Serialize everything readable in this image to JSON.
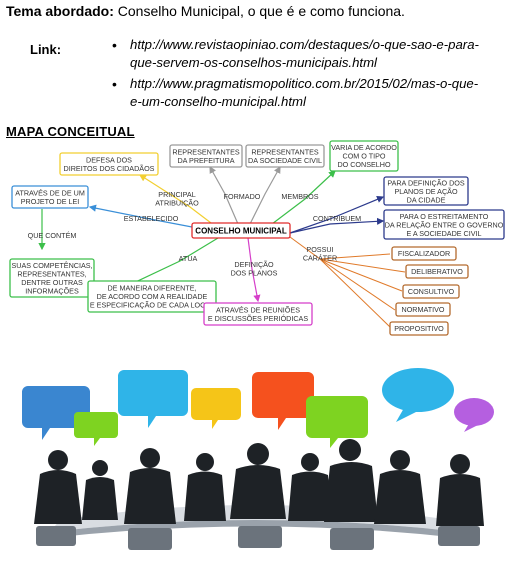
{
  "topic": {
    "label": "Tema abordado:",
    "value": " Conselho Municipal, o que é e como funciona."
  },
  "links": {
    "label": "Link:",
    "items": [
      [
        "http://www.revistaopiniao.com/destaques/o-que-sao-e-para-",
        "que-servem-os-conselhos-municipais.html"
      ],
      [
        "http://www.pragmatismopolitico.com.br/2015/02/mas-o-que-",
        "e-um-conselho-municipal.html"
      ]
    ]
  },
  "map": {
    "title": "MAPA CONCEITUAL",
    "center": "CONSELHO MUNICIPAL",
    "boxes": {
      "defesa": [
        "DEFESA DOS",
        "DIREITOS DOS CIDADÃOS"
      ],
      "rep_prefeitura": [
        "REPRESENTANTES",
        "DA PREFEITURA"
      ],
      "rep_sociedade": [
        "REPRESENTANTES",
        "DA SOCIEDADE CIVIL"
      ],
      "varia": [
        "VARIA DE ACORDO",
        "COM O TIPO",
        "DO CONSELHO"
      ],
      "projeto": [
        "ATRAVÉS DE DE UM",
        "PROJETO DE LEI"
      ],
      "planos": [
        "PARA DEFINIÇÃO DOS",
        "PLANOS DE AÇÃO",
        "DA CIDADE"
      ],
      "estreitamento": [
        "PARA O ESTREITAMENTO",
        "DA RELAÇÃO ENTRE O GOVERNO",
        "E A SOCIEDADE CIVIL"
      ],
      "competencias": [
        "SUAS COMPETÊNCIAS,",
        "REPRESENTANTES,",
        "DENTRE OUTRAS",
        "INFORMAÇÕES"
      ],
      "maneira": [
        "DE MANEIRA DIFERENTE,",
        "DE ACORDO COM A REALIDADE",
        "E ESPECIFICAÇÃO DE CADA LOCAL"
      ],
      "reunioes": [
        "ATRAVÉS DE REUNIÕES",
        "E DISCUSSÕES PERIÓDICAS"
      ],
      "fiscalizador": "FISCALIZADOR",
      "deliberativo": "DELIBERATIVO",
      "consultivo": "CONSULTIVO",
      "normativo": "NORMATIVO",
      "propositivo": "PROPOSITIVO"
    },
    "labels": {
      "principal": [
        "PRINCIPAL",
        "ATRIBUIÇÃO"
      ],
      "formado": "FORMADO",
      "membros": "MEMBROS",
      "estabelecido": "ESTABELECIDO",
      "contribuem": "CONTRIBUEM",
      "que_contem": "QUE CONTÉM",
      "atua": "ATUA",
      "definicao": [
        "DEFINIÇÃO",
        "DOS PLANOS"
      ],
      "possui": [
        "POSSUI",
        "CARÁTER"
      ]
    },
    "colors": {
      "yellow": "#f2cf30",
      "red": "#e02b2b",
      "gray": "#9a9a9a",
      "green": "#3cbf4a",
      "blue": "#3a8fd8",
      "navy": "#2c3a8c",
      "magenta": "#d53fc9",
      "orange": "#e07a2a",
      "brown": "#b36a2e"
    }
  }
}
